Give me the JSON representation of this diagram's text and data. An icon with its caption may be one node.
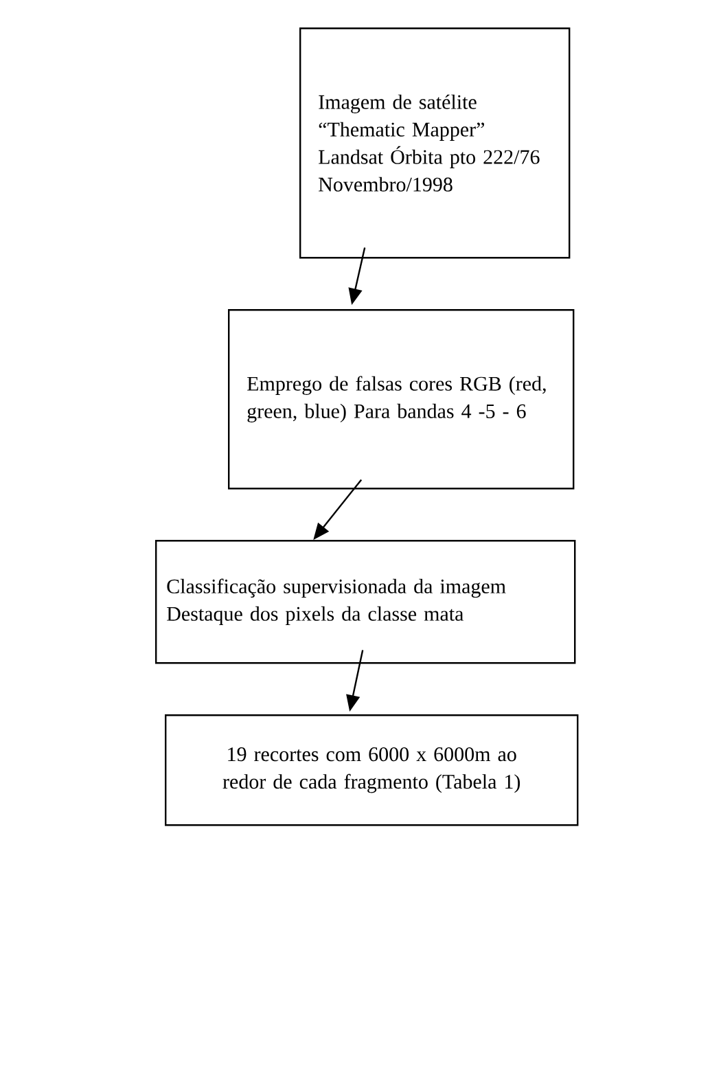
{
  "diagram": {
    "nodes": [
      {
        "text": [
          "Imagem de satélite “Thematic Mapper” Landsat Órbita pto 222/76 Novembro/1998"
        ]
      },
      {
        "text": [
          "Emprego de falsas cores RGB (red, green, blue) Para bandas 4 -5 - 6"
        ]
      },
      {
        "text": [
          "Classificação supervisionada da imagem Destaque dos pixels da classe mata"
        ]
      },
      {
        "text": [
          "19 recortes com 6000 x 6000m ao redor de cada fragmento (Tabela 1)"
        ]
      }
    ],
    "edges": [
      {
        "from": 0,
        "to": 1,
        "arrow": "to"
      },
      {
        "from": 1,
        "to": 2,
        "arrow": "to"
      },
      {
        "from": 2,
        "to": 3,
        "arrow": "to"
      }
    ]
  }
}
